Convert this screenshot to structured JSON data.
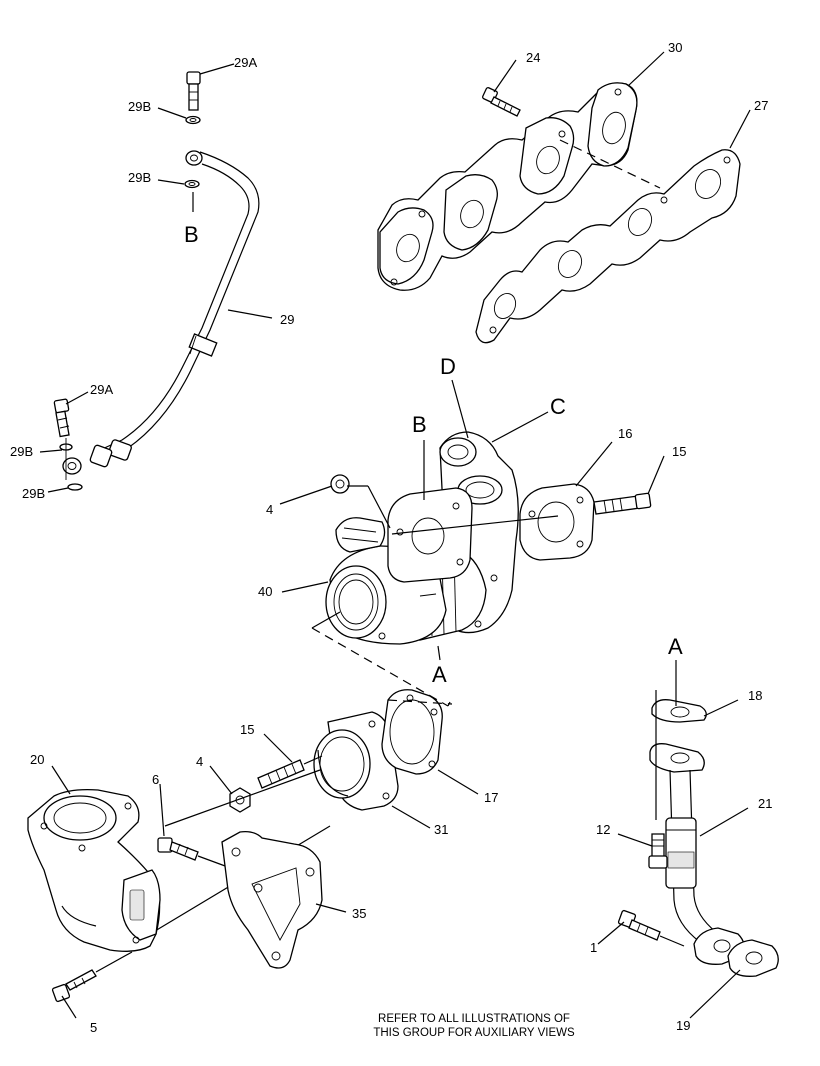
{
  "labels": {
    "l29A_top": "29A",
    "l29B_top1": "29B",
    "l29B_top2": "29B",
    "lB_tube": "B",
    "l29": "29",
    "l29A_bottom": "29A",
    "l29B_bottom1": "29B",
    "l29B_bottom2": "29B",
    "l24": "24",
    "l30": "30",
    "l27": "27",
    "lD": "D",
    "lC": "C",
    "lB_turbo": "B",
    "l16": "16",
    "l15_top": "15",
    "l4_top": "4",
    "l40": "40",
    "lA_turbo": "A",
    "lA_pipe": "A",
    "l18": "18",
    "l20": "20",
    "l15_mid": "15",
    "l4_mid": "4",
    "l6": "6",
    "l17": "17",
    "l31": "31",
    "l21": "21",
    "l12": "12",
    "l35": "35",
    "l1": "1",
    "l5": "5",
    "l19": "19"
  },
  "note": {
    "line1": "REFER TO ALL ILLUSTRATIONS OF",
    "line2": "THIS GROUP FOR AUXILIARY VIEWS"
  }
}
